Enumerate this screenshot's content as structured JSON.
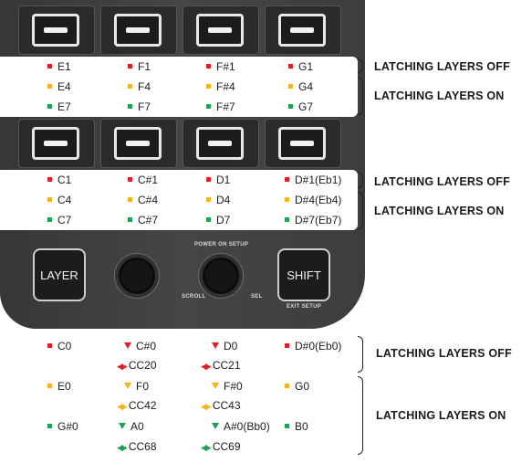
{
  "device": {
    "layer_label": "LAYER",
    "shift_label": "SHIFT",
    "power_on_setup": "POWER ON SETUP",
    "scroll": "SCROLL",
    "sel": "SEL",
    "exit_setup": "EXIT SETUP"
  },
  "row1": {
    "cells": [
      {
        "color": "red",
        "label": "E1"
      },
      {
        "color": "red",
        "label": "F1"
      },
      {
        "color": "red",
        "label": "F#1"
      },
      {
        "color": "red",
        "label": "G1"
      },
      {
        "color": "yellow",
        "label": "E4"
      },
      {
        "color": "yellow",
        "label": "F4"
      },
      {
        "color": "yellow",
        "label": "F#4"
      },
      {
        "color": "yellow",
        "label": "G4"
      },
      {
        "color": "green",
        "label": "E7"
      },
      {
        "color": "green",
        "label": "F7"
      },
      {
        "color": "green",
        "label": "F#7"
      },
      {
        "color": "green",
        "label": "G7"
      }
    ],
    "off_label": "LATCHING LAYERS OFF",
    "on_label": "LATCHING LAYERS ON"
  },
  "row2": {
    "cells": [
      {
        "color": "red",
        "label": "C1"
      },
      {
        "color": "red",
        "label": "C#1"
      },
      {
        "color": "red",
        "label": "D1"
      },
      {
        "color": "red",
        "label": "D#1(Eb1)"
      },
      {
        "color": "yellow",
        "label": "C4"
      },
      {
        "color": "yellow",
        "label": "C#4"
      },
      {
        "color": "yellow",
        "label": "D4"
      },
      {
        "color": "yellow",
        "label": "D#4(Eb4)"
      },
      {
        "color": "green",
        "label": "C7"
      },
      {
        "color": "green",
        "label": "C#7"
      },
      {
        "color": "green",
        "label": "D7"
      },
      {
        "color": "green",
        "label": "D#7(Eb7)"
      }
    ],
    "off_label": "LATCHING LAYERS OFF",
    "on_label": "LATCHING LAYERS ON"
  },
  "row3": {
    "red": [
      "C0",
      "C#0",
      "D0",
      "D#0(Eb0)"
    ],
    "red_cc": [
      "CC20",
      "CC21"
    ],
    "yellow": [
      "E0",
      "F0",
      "F#0",
      "G0"
    ],
    "yellow_cc": [
      "CC42",
      "CC43"
    ],
    "green": [
      "G#0",
      "A0",
      "A#0(Bb0)",
      "B0"
    ],
    "green_cc": [
      "CC68",
      "CC69"
    ],
    "off_label": "LATCHING LAYERS OFF",
    "on_label": "LATCHING LAYERS ON"
  },
  "colors": {
    "red": "#e31e24",
    "yellow": "#f5b41a",
    "green": "#1aa352"
  }
}
